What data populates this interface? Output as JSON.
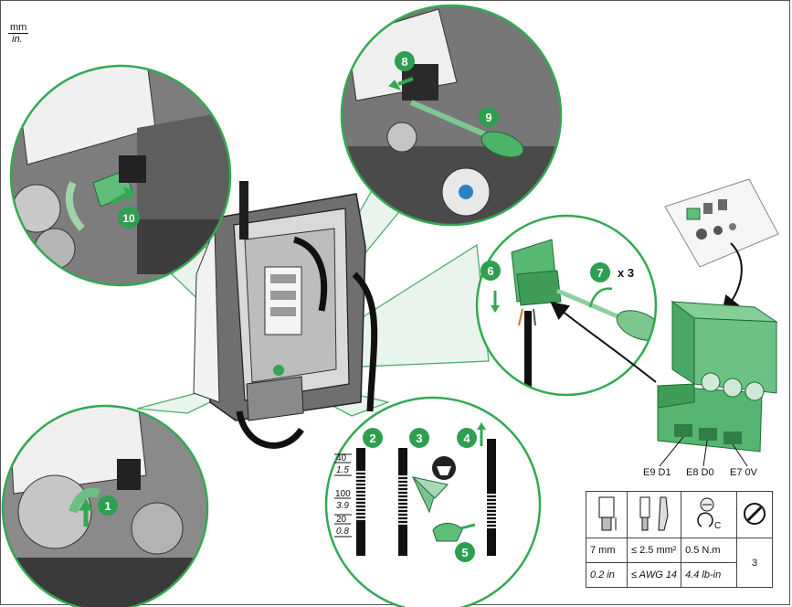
{
  "units": {
    "numerator": "mm",
    "denominator": "in."
  },
  "steps": [
    "1",
    "2",
    "3",
    "4",
    "5",
    "6",
    "7",
    "8",
    "9",
    "10"
  ],
  "step7_multiplier": "x 3",
  "strip_lengths": {
    "mm": [
      "40",
      "100",
      "20"
    ],
    "in": [
      "1.5",
      "3.9",
      "0.8"
    ]
  },
  "terminal_labels": [
    "E9 D1",
    "E8 D0",
    "E7 0V"
  ],
  "spec_table": {
    "icons": [
      "strip-length-icon",
      "wire-gauge-icon",
      "torque-icon",
      "screwdriver-flat-icon"
    ],
    "torque_symbol": "C",
    "row_metric": [
      "7 mm",
      "≤ 2.5 mm²",
      "0.5 N.m"
    ],
    "row_imperial": [
      "0.2 in",
      "≤ AWG 14",
      "4.4 lb-in"
    ],
    "screwdriver_size": "3"
  },
  "colors": {
    "accent": "#2e9e4f",
    "accent_dark": "#1d7a3a",
    "circle_stroke": "#34a853",
    "label_text": "#ffffff"
  }
}
